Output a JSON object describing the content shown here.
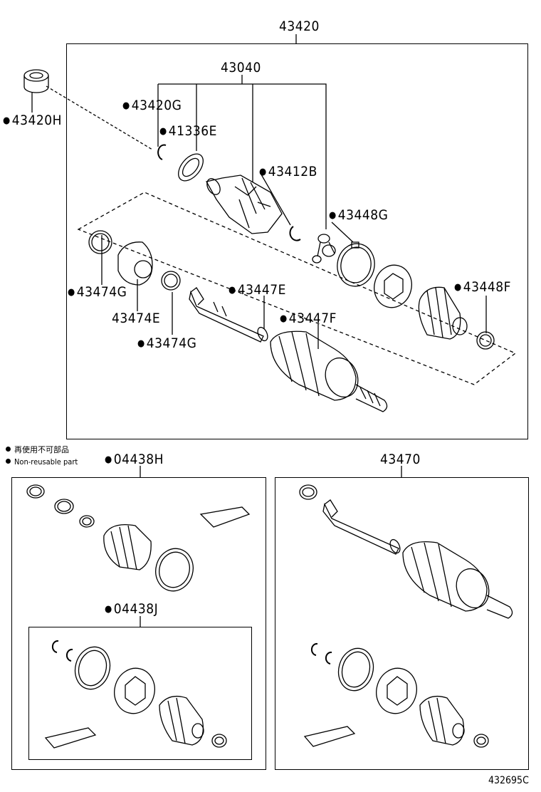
{
  "labels": {
    "l43420": "43420",
    "l43040": "43040",
    "l43420G": "43420G",
    "l41336E": "41336E",
    "l43420H": "43420H",
    "l43412B": "43412B",
    "l43448G": "43448G",
    "l43474G_a": "43474G",
    "l43447E": "43447E",
    "l43448F": "43448F",
    "l43474E": "43474E",
    "l43447F": "43447F",
    "l43474G_b": "43474G",
    "l04438H": "04438H",
    "l43470": "43470",
    "l04438J": "04438J",
    "diagram_code": "432695C"
  },
  "legend": {
    "line1": "再使用不可部品",
    "line2": "Non-reusable part"
  },
  "icons": {
    "bullet": "filled-circle-non-reusable-marker"
  }
}
